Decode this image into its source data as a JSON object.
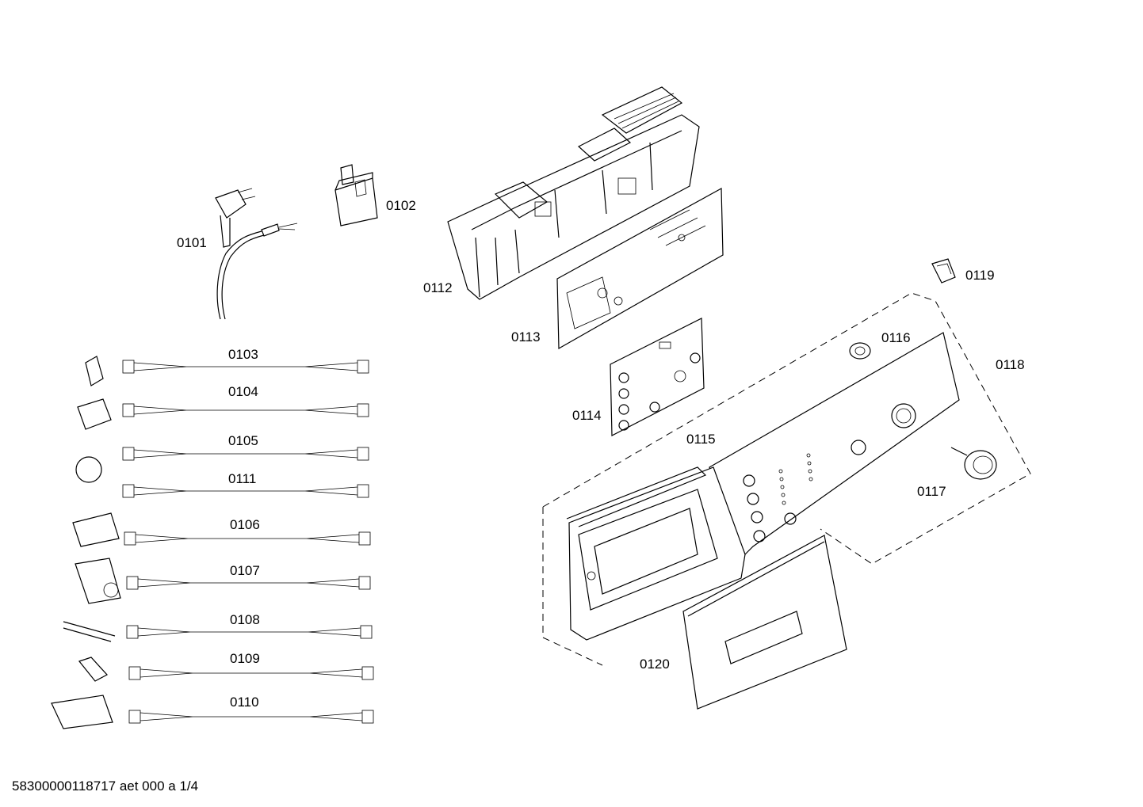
{
  "footer_text": "58300000118717 aet 000 a 1/4",
  "labels": {
    "p0101": "0101",
    "p0102": "0102",
    "p0103": "0103",
    "p0104": "0104",
    "p0105": "0105",
    "p0106": "0106",
    "p0107": "0107",
    "p0108": "0108",
    "p0109": "0109",
    "p0110": "0110",
    "p0111": "0111",
    "p0112": "0112",
    "p0113": "0113",
    "p0114": "0114",
    "p0115": "0115",
    "p0116": "0116",
    "p0117": "0117",
    "p0118": "0118",
    "p0119": "0119",
    "p0120": "0120"
  }
}
